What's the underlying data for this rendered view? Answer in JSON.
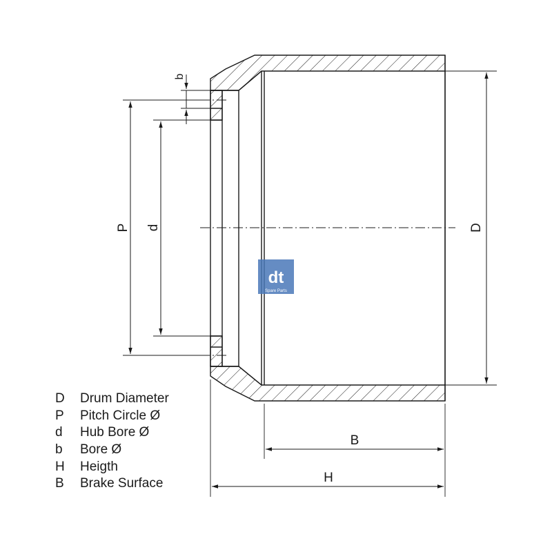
{
  "dimension_labels": {
    "D": "D",
    "P": "P",
    "d": "d",
    "b": "b",
    "H": "H",
    "B": "B"
  },
  "legend": [
    {
      "key": "D",
      "text": "Drum Diameter"
    },
    {
      "key": "P",
      "text": "Pitch Circle Ø"
    },
    {
      "key": "d",
      "text": "Hub Bore Ø"
    },
    {
      "key": "b",
      "text": "Bore Ø"
    },
    {
      "key": "H",
      "text": "Heigth"
    },
    {
      "key": "B",
      "text": "Brake Surface"
    }
  ],
  "logo": {
    "mark": "dt",
    "caption": "Spare Parts"
  },
  "colors": {
    "line": "#1a1a1a",
    "logo": "#4a78b8"
  }
}
